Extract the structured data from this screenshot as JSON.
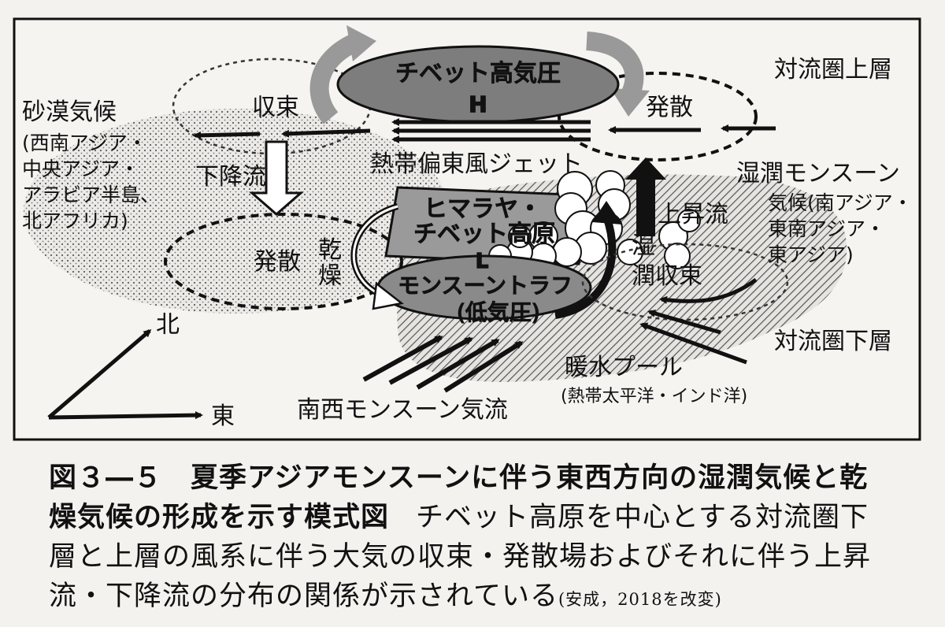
{
  "labels": {
    "upper_troposphere": "対流圏上層",
    "lower_troposphere": "対流圏下層",
    "tibetan_high": "チベット高気圧",
    "high_mark": "H",
    "low_mark": "L",
    "convergence": "収束",
    "divergence_upper": "発散",
    "divergence_lower": "発散",
    "jet": "熱帯偏東風ジェット",
    "desert_title": "砂漠気候",
    "desert_lines": [
      "(西南アジア・",
      "中央アジア・",
      "アラビア半島、",
      "北アフリカ)"
    ],
    "downdraft": "下降流",
    "dry": [
      "乾",
      "燥"
    ],
    "plateau": [
      "ヒマラヤ・",
      "チベット高原"
    ],
    "trough": "モンスーントラフ",
    "trough_sub": "(低気圧)",
    "updraft": "上昇流",
    "moist_conv": [
      "湿",
      "潤収束"
    ],
    "wet_title": "湿潤モンスーン",
    "wet_lines": [
      "気候(南アジア・",
      "東南アジア・",
      "東アジア)"
    ],
    "warm_pool": "暖水プール",
    "warm_pool_sub": "(熱帯太平洋・インド洋)",
    "sw_flow": "南西モンスーン気流",
    "north": "北",
    "east": "東"
  },
  "caption": {
    "title_line1": "図３―５　夏季アジアモンスーンに伴う東西方向の湿潤気候と乾",
    "title_line2": "燥気候の形成を示す模式図",
    "desc_line2": "チベット高原を中心とする対流圏下",
    "desc_line3": "層と上層の風系に伴う大気の収束・発散場およびそれに伴う上昇",
    "desc_line4": "流・下降流の分布の関係が示されている",
    "source": "(安成，2018を改変)"
  }
}
